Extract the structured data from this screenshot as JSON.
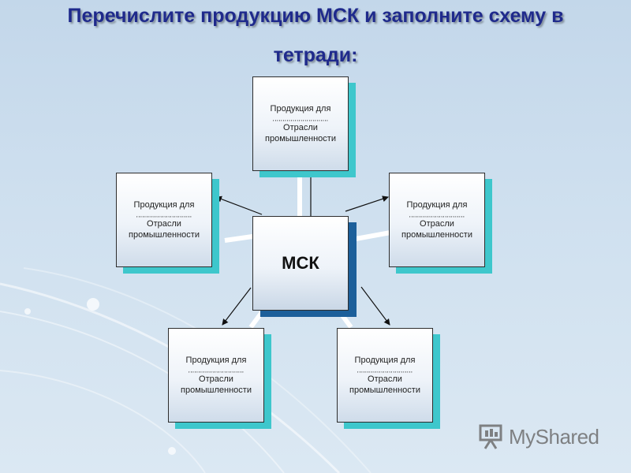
{
  "title": {
    "line1": "Перечислите продукцию МСК и заполните схему в",
    "line2": "тетради:"
  },
  "center": {
    "label": "МСК"
  },
  "boxes": [
    {
      "line1": "Продукция для",
      "dots": ",,,,,,,,,,,,,,,,,,,,,,,,,,,,",
      "line2": "Отрасли",
      "line3": "промышленности"
    },
    {
      "line1": "Продукция для",
      "dots": ",,,,,,,,,,,,,,,,,,,,,,,,,,,,",
      "line2": "Отрасли",
      "line3": "промышленности"
    },
    {
      "line1": "Продукция для",
      "dots": ",,,,,,,,,,,,,,,,,,,,,,,,,,,,",
      "line2": "Отрасли",
      "line3": "промышленности"
    },
    {
      "line1": "Продукция для",
      "dots": ",,,,,,,,,,,,,,,,,,,,,,,,,,,,",
      "line2": "Отрасли",
      "line3": "промышленности"
    },
    {
      "line1": "Продукция для",
      "dots": ",,,,,,,,,,,,,,,,,,,,,,,,,,,,",
      "line2": "Отрасли",
      "line3": "промышленности"
    }
  ],
  "watermark": {
    "text": "MyShared",
    "icon": "presentation-board-icon"
  },
  "colors": {
    "title": "#1f2a8c",
    "accent_shadow": "#3ec7cc",
    "center_shadow": "#1c5f9a"
  }
}
